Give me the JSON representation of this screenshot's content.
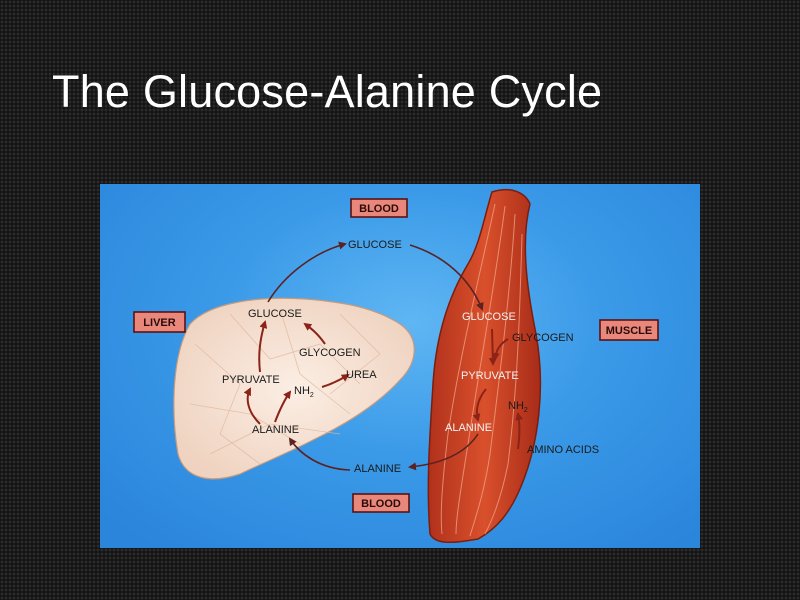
{
  "slide": {
    "title": "The Glucose-Alanine Cycle"
  },
  "diagram": {
    "boxes": {
      "blood_top": "BLOOD",
      "blood_bottom": "BLOOD",
      "liver": "LIVER",
      "muscle": "MUSCLE"
    },
    "blood": {
      "glucose": "GLUCOSE",
      "alanine": "ALANINE"
    },
    "liver": {
      "glucose": "GLUCOSE",
      "glycogen": "GLYCOGEN",
      "pyruvate": "PYRUVATE",
      "urea": "UREA",
      "nh2": "NH",
      "nh2_sub": "2",
      "alanine": "ALANINE"
    },
    "muscle": {
      "glucose": "GLUCOSE",
      "glycogen": "GLYCOGEN",
      "pyruvate": "PYRUVATE",
      "nh2": "NH",
      "nh2_sub": "2",
      "alanine": "ALANINE",
      "amino_acids": "AMINO ACIDS"
    }
  }
}
